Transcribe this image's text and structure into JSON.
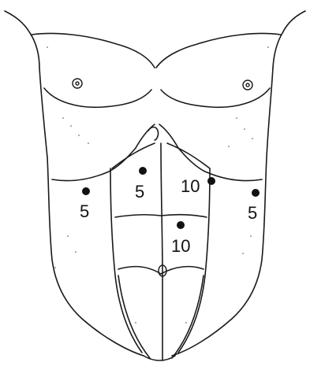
{
  "figure": {
    "colors": {
      "line": "#1a1a1a",
      "port": "#111111",
      "background": "#ffffff"
    },
    "ports": [
      {
        "id": "left-lateral",
        "label": "5"
      },
      {
        "id": "left-upper",
        "label": "5"
      },
      {
        "id": "right-upper",
        "label": "10"
      },
      {
        "id": "umbilical-left",
        "label": "10"
      },
      {
        "id": "right-lateral",
        "label": "5"
      }
    ]
  }
}
